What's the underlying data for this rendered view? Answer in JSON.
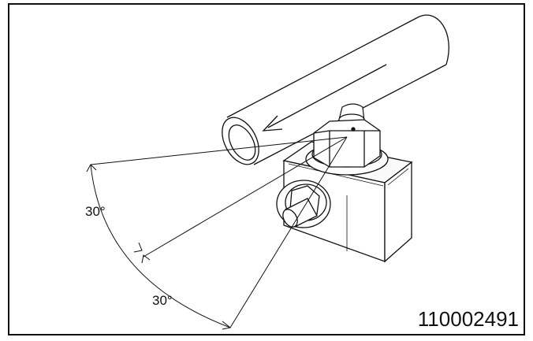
{
  "diagram": {
    "angle_labels": [
      "30°",
      "30°"
    ],
    "figure_id": "110002491"
  },
  "colors": {
    "line": "#111111",
    "background": "#ffffff",
    "light_fill": "#f4f4f4"
  }
}
